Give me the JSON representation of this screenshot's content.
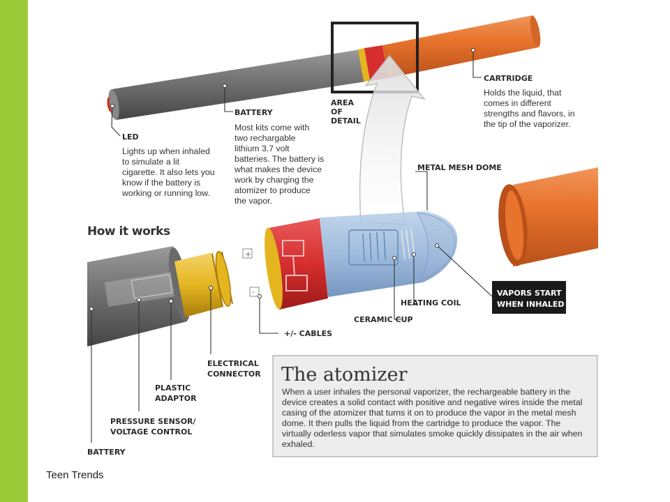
{
  "footer": {
    "text": "Teen Trends"
  },
  "colors": {
    "sidebar": "#9ccb3a",
    "battery": "#7b7b7b",
    "cartridge": "#e8732c",
    "atomizer_red": "#d62e2e",
    "atomizer_blue": "#8fb0d8",
    "connector_gold": "#e5b520"
  },
  "callouts": {
    "area_of_detail": [
      "AREA",
      "OF",
      "DETAIL"
    ],
    "cartridge": {
      "title": "CARTRIDGE",
      "lines": [
        "Holds the liquid, that",
        "comes in different",
        "strengths and flavors, in",
        "the tip of the vaporizer."
      ]
    },
    "battery_top": {
      "title": "BATTERY",
      "lines": [
        "Most kits come with",
        "two rechargable",
        "lithium 3.7 volt",
        "batteries. The battery is",
        "what makes the device",
        "work by charging the",
        "atomizer to produce",
        "the vapor."
      ]
    },
    "led": {
      "title": "LED",
      "lines": [
        "Lights up when inhaled",
        "to simulate a lit",
        "cigarette. It also lets you",
        "know if the battery is",
        "working or running low."
      ]
    }
  },
  "how_it_works": {
    "heading": "How it works",
    "labels": {
      "metal_mesh_dome": "METAL MESH DOME",
      "vapors": [
        "VAPORS START",
        "WHEN INHALED"
      ],
      "heating_coil": "HEATING COIL",
      "ceramic_cup": "CERAMIC CUP",
      "cables": "+/- CABLES",
      "electrical_connector": [
        "ELECTRICAL",
        "CONNECTOR"
      ],
      "plastic_adaptor": [
        "PLASTIC",
        "ADAPTOR"
      ],
      "pressure_sensor": [
        "PRESSURE SENSOR/",
        "VOLTAGE CONTROL"
      ],
      "battery": "BATTERY"
    }
  },
  "atomizer_box": {
    "title": "The atomizer",
    "lines": [
      "When a user inhales the personal vaporizer, the rechargeable battery in the",
      "device creates a solid contact with positive and negative wires inside the metal",
      "casing of the atomizer that turns it on to produce the vapor in the metal mesh",
      "dome. It then pulls the liquid from the cartridge to produce the vapor. The",
      "virtually oderless vapor that simulates smoke quickly dissipates in the air when",
      "exhaled."
    ]
  }
}
